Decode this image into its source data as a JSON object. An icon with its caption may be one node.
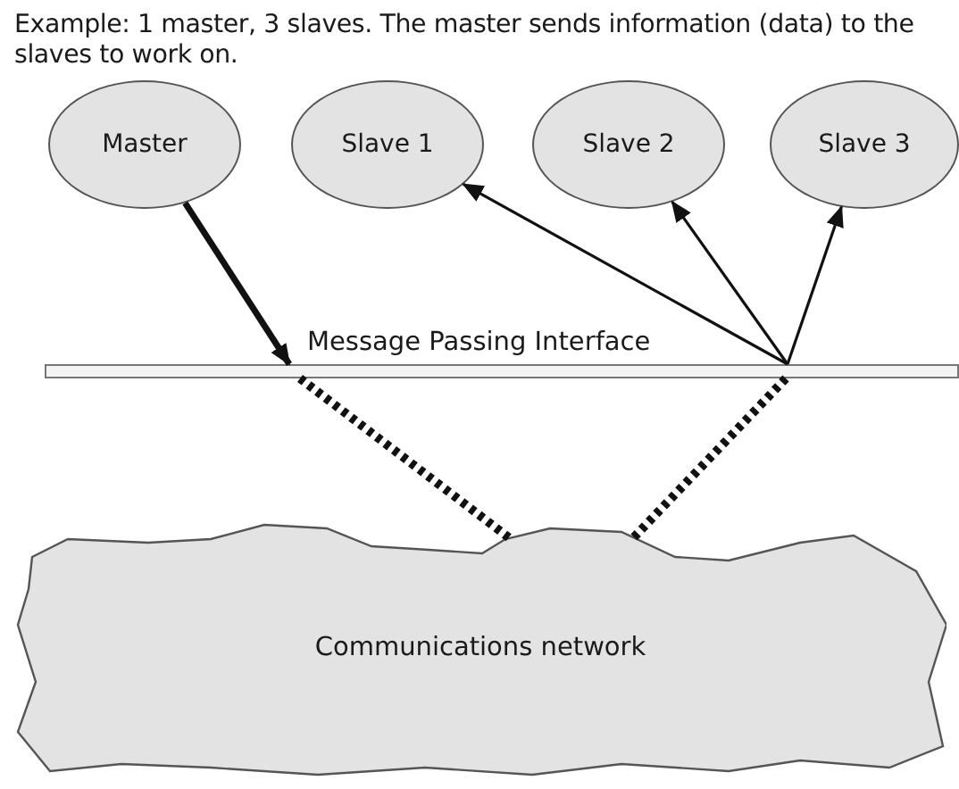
{
  "diagram": {
    "title": "Example: 1 master, 3 slaves. The master sends information (data) to the slaves to work on.",
    "nodes": [
      {
        "text": [
          "Master"
        ]
      },
      {
        "text": [
          "Slave 1"
        ]
      },
      {
        "text": [
          "Slave 2"
        ]
      },
      {
        "text": [
          "Slave 3"
        ]
      },
      {
        "text": [
          "Message Passing Interface"
        ]
      },
      {
        "text": [
          "Communications network"
        ]
      }
    ],
    "edges": [
      {
        "from": 0,
        "to": 4,
        "arrow": "to",
        "style": "thick"
      },
      {
        "from": 4,
        "to": 1,
        "arrow": "to"
      },
      {
        "from": 4,
        "to": 2,
        "arrow": "to"
      },
      {
        "from": 4,
        "to": 3,
        "arrow": "to"
      },
      {
        "from": 4,
        "to": 5,
        "arrow": "none",
        "style": "dashed"
      },
      {
        "from": 4,
        "to": 5,
        "arrow": "none",
        "style": "dashed"
      }
    ]
  }
}
